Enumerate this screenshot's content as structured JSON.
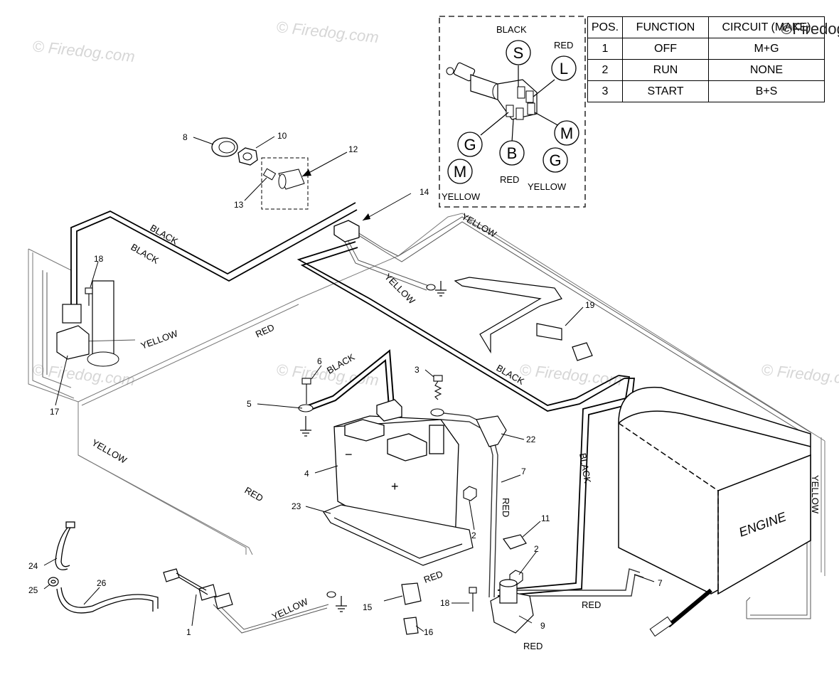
{
  "watermark": "© Firedog.com",
  "watermark_short": "©Firedog",
  "switch_table": {
    "headers": [
      "POS.",
      "FUNCTION",
      "CIRCUIT (MAKE)"
    ],
    "rows": [
      [
        "1",
        "OFF",
        "M+G"
      ],
      [
        "2",
        "RUN",
        "NONE"
      ],
      [
        "3",
        "START",
        "B+S"
      ]
    ]
  },
  "switch_detail": {
    "terminals": [
      "S",
      "L",
      "G",
      "B",
      "M",
      "G",
      "M"
    ],
    "wire_colors": {
      "s": "BLACK",
      "l": "RED",
      "b": "RED",
      "m_left": "YELLOW",
      "g_right": "YELLOW"
    }
  },
  "wire_labels": {
    "black_1": "BLACK",
    "black_2": "BLACK",
    "black_battery": "BLACK",
    "black_3": "BLACK",
    "black_4": "BLACK",
    "yellow_top": "YELLOW",
    "yellow_14": "YELLOW",
    "yellow_17": "YELLOW",
    "yellow_left": "YELLOW",
    "yellow_bottom": "YELLOW",
    "yellow_right": "YELLOW",
    "red_1": "RED",
    "red_2": "RED",
    "red_3": "RED",
    "red_4": "RED",
    "red_5": "RED",
    "red_6": "RED"
  },
  "engine_label": "ENGINE",
  "callouts": [
    "1",
    "2",
    "2",
    "3",
    "4",
    "5",
    "6",
    "7",
    "7",
    "8",
    "9",
    "10",
    "11",
    "12",
    "13",
    "14",
    "15",
    "16",
    "17",
    "18",
    "18",
    "19",
    "22",
    "23",
    "24",
    "25",
    "26"
  ]
}
